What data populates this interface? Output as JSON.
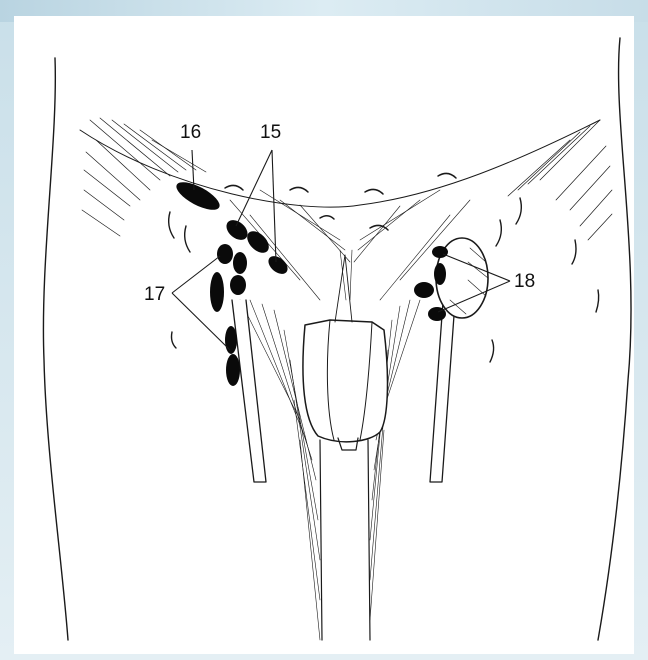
{
  "labels": {
    "l16": "16",
    "l15": "15",
    "l17": "17",
    "l18": "18"
  },
  "colors": {
    "node": "#0a0a0a",
    "line": "#1a1a1a",
    "frame_top": "#c9dfe9",
    "frame_side": "#d6e7ef"
  }
}
